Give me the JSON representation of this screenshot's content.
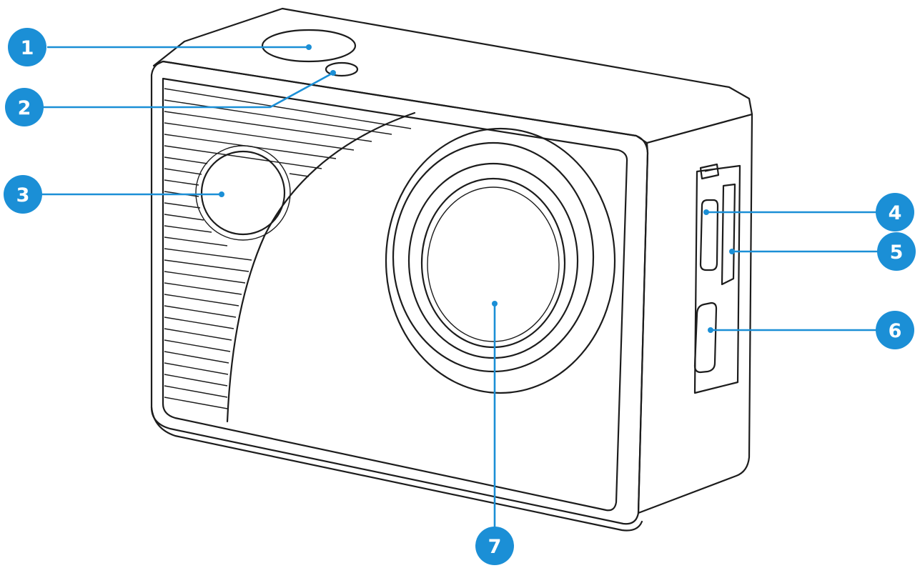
{
  "colors": {
    "accent": "#1b8fd6",
    "outline": "#1c1c1c",
    "background": "#ffffff"
  },
  "callouts": [
    {
      "number": "1"
    },
    {
      "number": "2"
    },
    {
      "number": "3"
    },
    {
      "number": "4"
    },
    {
      "number": "5"
    },
    {
      "number": "6"
    },
    {
      "number": "7"
    }
  ]
}
